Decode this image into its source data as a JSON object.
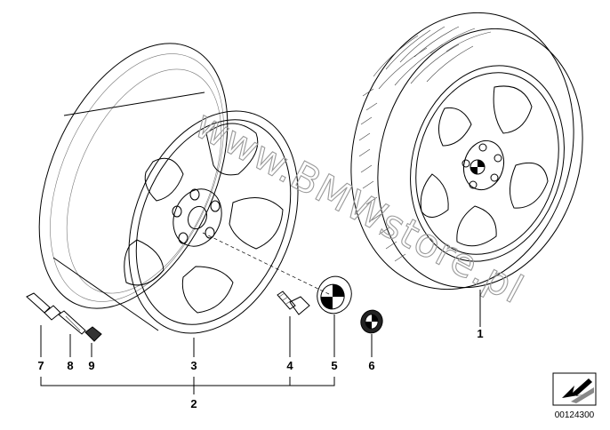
{
  "callouts": {
    "n1": "1",
    "n2": "2",
    "n3": "3",
    "n4": "4",
    "n5": "5",
    "n6": "6",
    "n7": "7",
    "n8": "8",
    "n9": "9"
  },
  "watermark": "www.BMWstore.pl",
  "document_number": "00124300",
  "colors": {
    "line": "#000000",
    "watermark": "#9a9a9a",
    "background": "#ffffff"
  },
  "icons": {
    "corner_badge": "arrow-down-left-icon"
  }
}
